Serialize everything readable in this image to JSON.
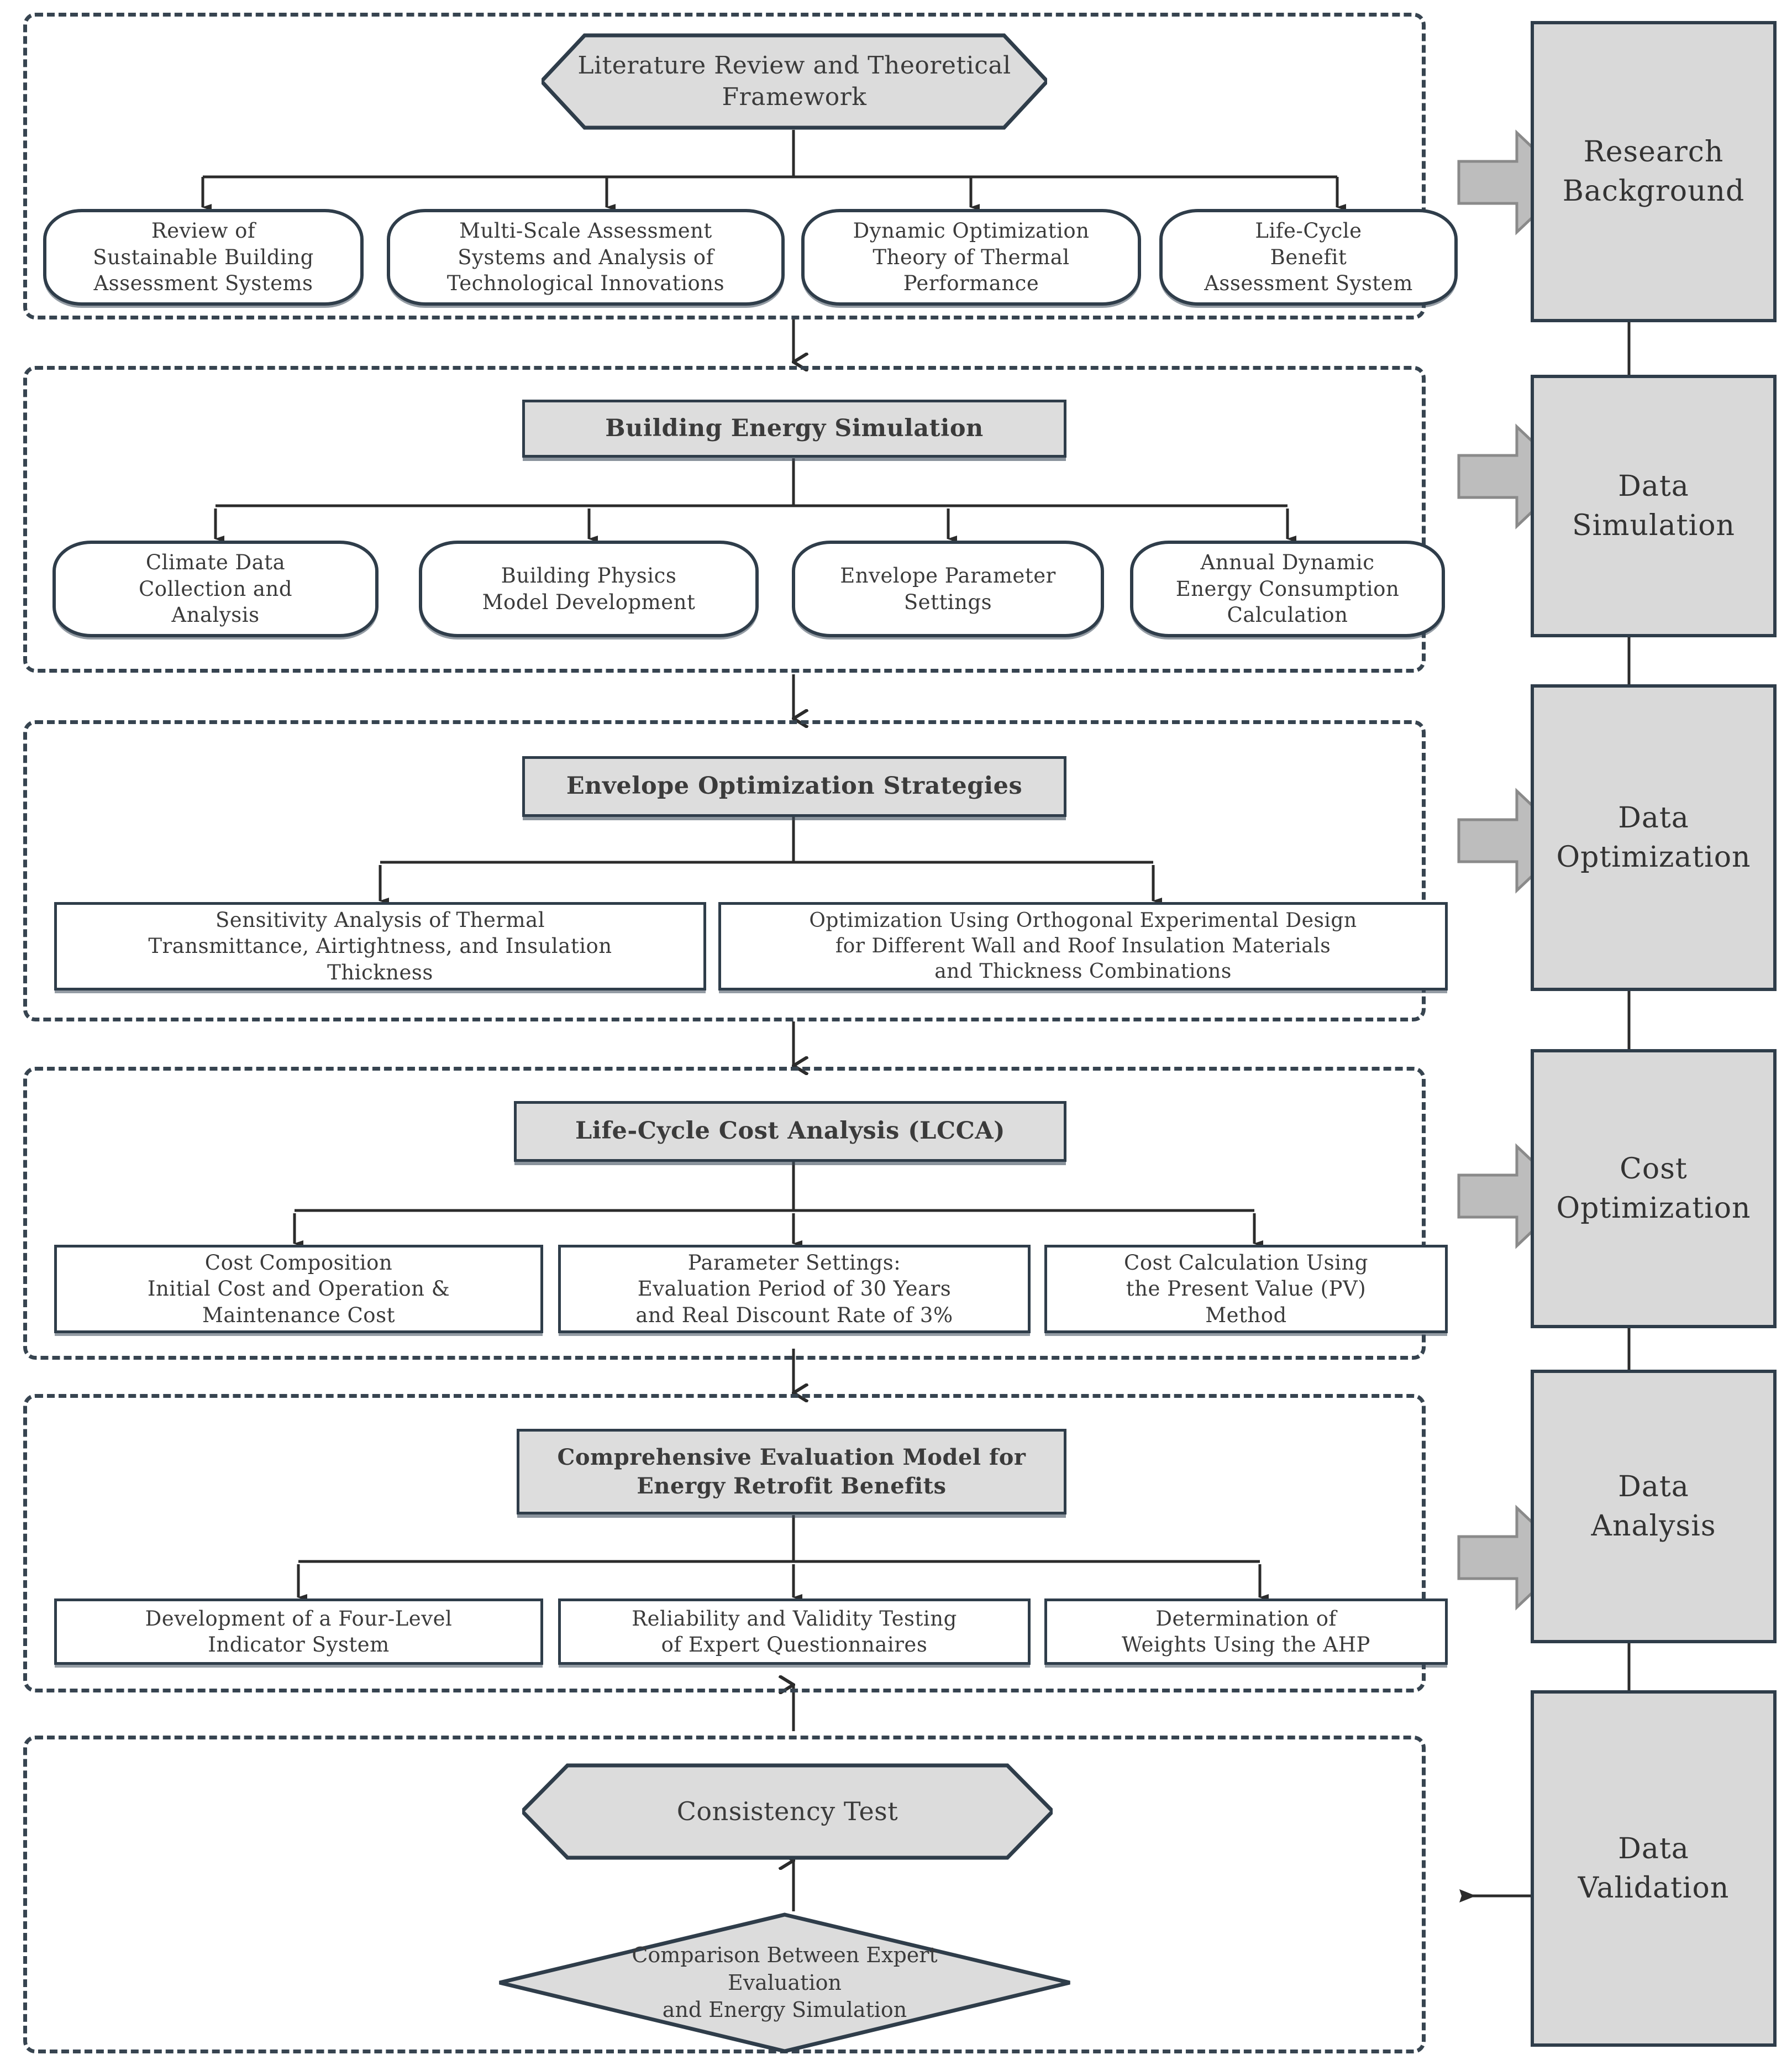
{
  "diagram": {
    "title": "Research Framework Flowchart",
    "colors": {
      "stroke": "#2f3d4a",
      "gray_fill": "#d9d9d9",
      "header_fill": "#dddddd",
      "hex_fill": "#dcdcdc",
      "white_fill": "#ffffff",
      "block_arrow_fill": "#bdbdbd"
    }
  },
  "stages": [
    {
      "id": "stage-1",
      "header": {
        "shape": "hexagon",
        "label": "Literature Review and Theoretical\nFramework"
      },
      "children": [
        {
          "shape": "rounded",
          "label": "Review of\nSustainable Building\nAssessment Systems"
        },
        {
          "shape": "rounded",
          "label": "Multi-Scale Assessment\nSystems and Analysis of\nTechnological Innovations"
        },
        {
          "shape": "rounded",
          "label": "Dynamic Optimization\nTheory of Thermal\nPerformance"
        },
        {
          "shape": "rounded",
          "label": "Life-Cycle\nBenefit\nAssessment System"
        }
      ]
    },
    {
      "id": "stage-2",
      "header": {
        "shape": "rect-gray",
        "label": "Building Energy Simulation"
      },
      "children": [
        {
          "shape": "rounded",
          "label": "Climate Data\nCollection and\nAnalysis"
        },
        {
          "shape": "rounded",
          "label": "Building Physics\nModel Development"
        },
        {
          "shape": "rounded",
          "label": "Envelope Parameter\nSettings"
        },
        {
          "shape": "rounded",
          "label": "Annual Dynamic\nEnergy Consumption\nCalculation"
        }
      ]
    },
    {
      "id": "stage-3",
      "header": {
        "shape": "rect-gray",
        "label": "Envelope Optimization Strategies"
      },
      "children": [
        {
          "shape": "rect",
          "label": "Sensitivity Analysis of Thermal\nTransmittance, Airtightness, and Insulation\nThickness"
        },
        {
          "shape": "rect",
          "label": "Optimization Using Orthogonal Experimental Design\nfor Different Wall and Roof Insulation Materials\nand Thickness Combinations"
        }
      ]
    },
    {
      "id": "stage-4",
      "header": {
        "shape": "rect-gray",
        "label": "Life-Cycle Cost Analysis (LCCA)"
      },
      "children": [
        {
          "shape": "rect",
          "label": "Cost Composition\nInitial Cost and Operation &\nMaintenance Cost"
        },
        {
          "shape": "rect",
          "label": "Parameter Settings:\nEvaluation Period of 30 Years\nand Real Discount Rate of 3%"
        },
        {
          "shape": "rect",
          "label": "Cost Calculation Using\nthe Present Value (PV)\nMethod"
        }
      ]
    },
    {
      "id": "stage-5",
      "header": {
        "shape": "rect-gray",
        "label": "Comprehensive Evaluation Model for\nEnergy Retrofit Benefits"
      },
      "children": [
        {
          "shape": "rect",
          "label": "Development of a Four-Level\nIndicator System"
        },
        {
          "shape": "rect",
          "label": "Reliability and Validity Testing\nof Expert Questionnaires"
        },
        {
          "shape": "rect",
          "label": "Determination of\nWeights Using the AHP"
        }
      ]
    },
    {
      "id": "stage-6",
      "header": {
        "shape": "hexagon",
        "label": "Consistency Test"
      },
      "children": [
        {
          "shape": "diamond",
          "label": "Comparison Between Expert\nEvaluation\nand Energy Simulation"
        }
      ]
    }
  ],
  "sidebar": {
    "items": [
      {
        "id": "research-background",
        "label": "Research\nBackground",
        "arrow": "block-right"
      },
      {
        "id": "data-simulation",
        "label": "Data\nSimulation",
        "arrow": "block-right"
      },
      {
        "id": "data-optimization",
        "label": "Data\nOptimization",
        "arrow": "block-right"
      },
      {
        "id": "cost-optimization",
        "label": "Cost\nOptimization",
        "arrow": "block-right"
      },
      {
        "id": "data-analysis",
        "label": "Data\nAnalysis",
        "arrow": "block-right"
      },
      {
        "id": "data-validation",
        "label": "Data\nValidation",
        "arrow": "line-left"
      }
    ]
  }
}
